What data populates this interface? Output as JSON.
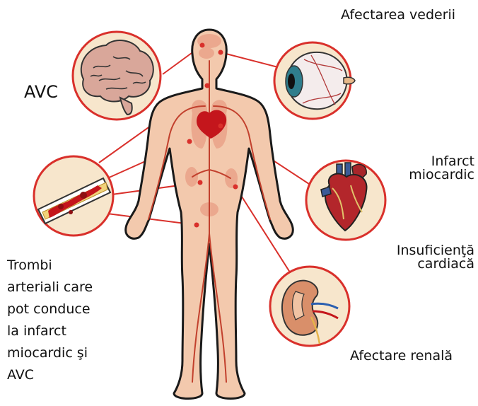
{
  "labels": {
    "vision": "Afectarea vederii",
    "stroke": "AVC",
    "infarct_line1": "Infarct",
    "infarct_line2": "miocardic",
    "heart_failure_line1": "Insuficienţă",
    "heart_failure_line2": "cardiacă",
    "kidney": "Afectare renală",
    "thrombi_lines": [
      "Trombi",
      "arteriali care",
      "pot conduce",
      "la infarct",
      "miocardic şi",
      "AVC"
    ]
  },
  "colors": {
    "ring": "#d9302b",
    "circle_fill": "#f7e6cc",
    "body_fill": "#f3c9ad",
    "body_outline": "#1a1a1a",
    "organ_fill": "#eba88e",
    "heart": "#c4161c",
    "vessel": "#c2402d",
    "connector": "#d9302b"
  },
  "icons": [
    "brain-icon",
    "eye-icon",
    "artery-clot-icon",
    "heart-organ-icon",
    "kidney-icon"
  ]
}
